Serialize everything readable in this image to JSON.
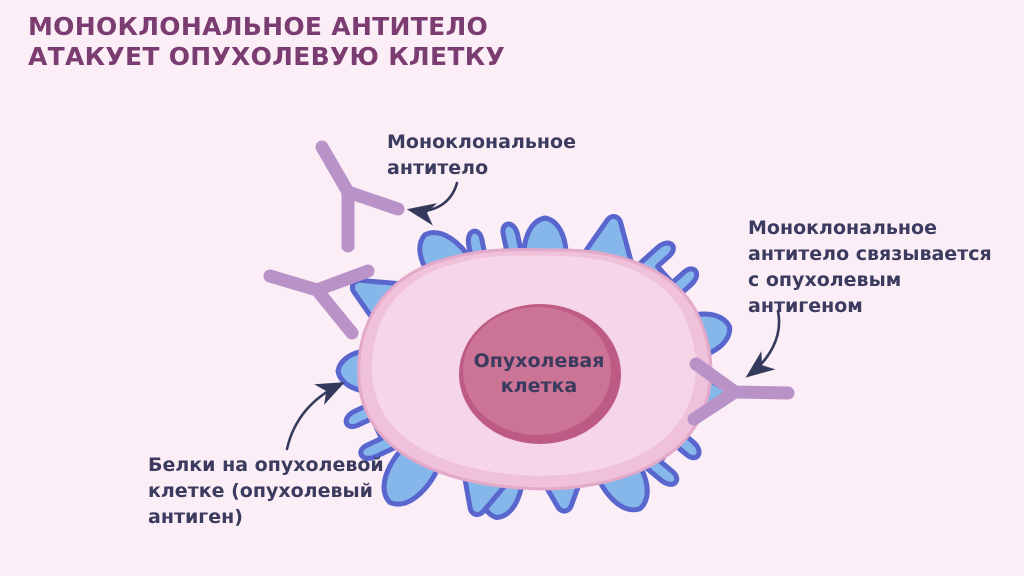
{
  "title": {
    "line1": "МОНОКЛОНАЛЬНОЕ АНТИТЕЛО",
    "line2": "АТАКУЕТ ОПУХОЛЕВУЮ КЛЕТКУ"
  },
  "labels": {
    "antibody": {
      "line1": "Моноклональное",
      "line2": "антитело"
    },
    "binding": {
      "line1": "Моноклональное",
      "line2": "антитело связывается",
      "line3": "с опухолевым",
      "line4": "антигеном"
    },
    "antigen": {
      "line1": "Белки на опухолевой",
      "line2": "клетке (опухолевый",
      "line3": "антиген)"
    },
    "nucleus": {
      "line1": "Опухолевая",
      "line2": "клетка"
    }
  },
  "diagram": {
    "subject": "monoclonal antibody attacking tumor cell",
    "free_antibodies": 2,
    "bound_antibodies": 1
  },
  "colors": {
    "background": "#FCEEF6",
    "title": "#7B3D71",
    "text": "#3A3B5E",
    "antibody": "#B992C8",
    "spike_fill": "#85B7EA",
    "spike_stroke": "#5966CD",
    "cell_outer": "#EFC1DA",
    "cell_edge": "#E3A9C9",
    "cell_inner": "#F5D5E7",
    "nucleus": "#BE5B84",
    "nucleus_inner": "#CB7495",
    "arrow": "#343A5C"
  }
}
